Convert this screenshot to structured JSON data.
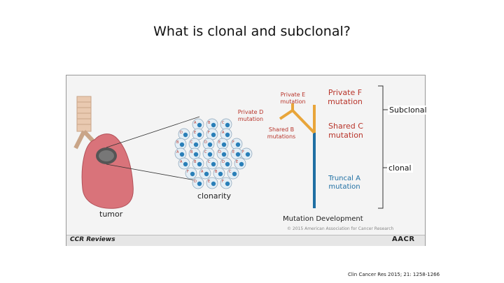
{
  "title": "What is clonal and subclonal?",
  "figure": {
    "labels": {
      "private_e": "Private E mutation",
      "private_f": "Private F mutation",
      "private_d": "Private D mutation",
      "shared_b": "Shared B mutations",
      "shared_c": "Shared C mutation",
      "truncal_a": "Truncal A mutation",
      "subclonal": "Subclonal",
      "clonal": "clonal",
      "clonarity": "clonarity",
      "tumor": "tumor",
      "mutation_development": "Mutation Development"
    },
    "cell_letters": [
      "A",
      "B",
      "C",
      "D",
      "E",
      "F"
    ],
    "copyright": "© 2015 American Association for Cancer Research",
    "footer_left": "CCR Reviews",
    "footer_right": "AACR"
  },
  "citation": "Clin Cancer Res 2015; 21: 1258-1266",
  "colors": {
    "tree_branch": "#e8a53a",
    "tree_trunk": "#1f6fa3",
    "red_label": "#b8342a",
    "blue_label": "#1f6fa3",
    "lung": "#d9737a",
    "cell_blue": "#2a7fb8"
  }
}
